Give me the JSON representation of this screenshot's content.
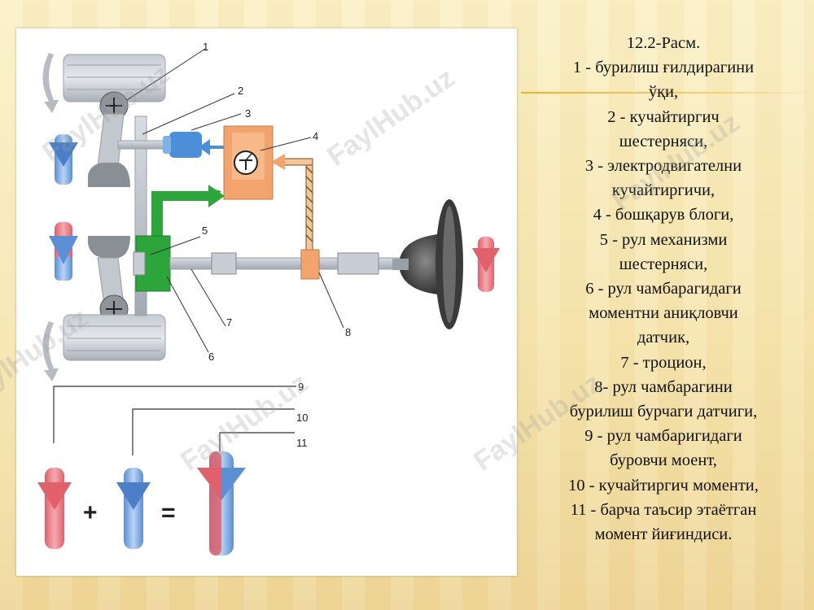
{
  "caption": {
    "title": "12.2-Расм.",
    "lines": [
      "1 - бурилиш ғилдирагини",
      "ўқи,",
      "2 - кучайтиргич",
      "шестерняси,",
      "3 - электродвигателни",
      "кучайтиргичи,",
      "4 - бошқарув блоги,",
      "5 - рул механизми",
      "шестерняси,",
      "6 - рул чамбарагидаги",
      "моментни аниқловчи",
      "датчик,",
      "7 - троцион,",
      "8- рул чамбарагини",
      "бурилиш бурчаги датчиги,",
      "9 - рул чамбаригидаги",
      "буровчи моент,",
      "10 - кучайтиргич моменти,",
      "11 - барча таъсир этаётган",
      "момент йиғиндиси."
    ]
  },
  "diagram": {
    "labels": {
      "l1": "1",
      "l2": "2",
      "l3": "3",
      "l4": "4",
      "l5": "5",
      "l6": "6",
      "l7": "7",
      "l8": "8",
      "l9": "9",
      "l10": "10",
      "l11": "11"
    },
    "plus": "+",
    "equals": "="
  },
  "watermark": "FaylHub.uz",
  "colors": {
    "red": "#e0606c",
    "blue": "#5b8fd6",
    "green": "#2ca53b",
    "orange": "#f3a46c",
    "shaft": "#c9ced6",
    "tire": "#b9bec6"
  }
}
